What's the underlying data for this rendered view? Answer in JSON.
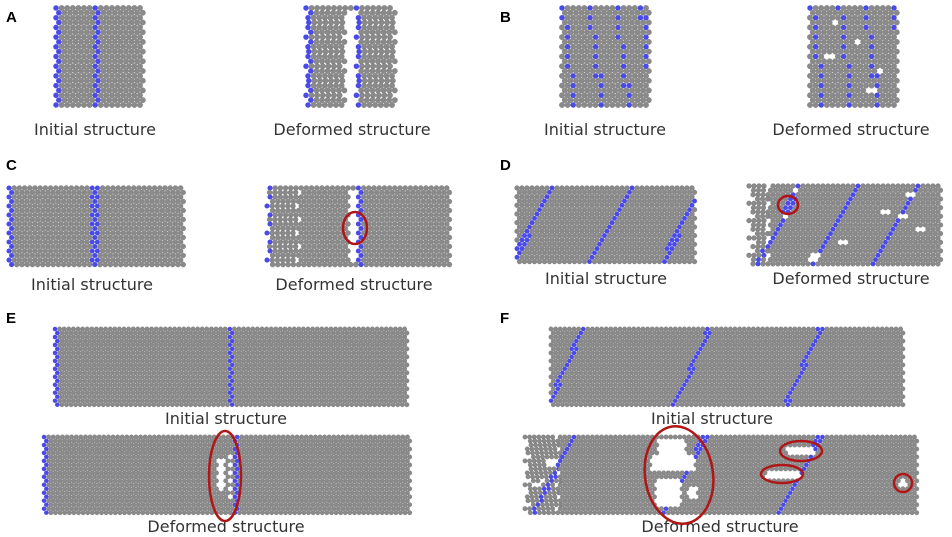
{
  "colors": {
    "atom": "#8a8a8a",
    "atom_edge": "#6e6e6e",
    "marked_atom": "#4a4ae8",
    "defect_marker": "#b01616"
  },
  "panels": [
    {
      "id": "A",
      "label": "A",
      "initial_caption": "Initial structure",
      "deformed_caption": "Deformed structure"
    },
    {
      "id": "B",
      "label": "B",
      "initial_caption": "Initial structure",
      "deformed_caption": "Deformed structure"
    },
    {
      "id": "C",
      "label": "C",
      "initial_caption": "Initial structure",
      "deformed_caption": "Deformed structure"
    },
    {
      "id": "D",
      "label": "D",
      "initial_caption": "Initial structure",
      "deformed_caption": "Deformed structure"
    },
    {
      "id": "E",
      "label": "E",
      "initial_caption": "Initial structure",
      "deformed_caption": "Deformed structure"
    },
    {
      "id": "F",
      "label": "F",
      "initial_caption": "Initial structure",
      "deformed_caption": "Deformed structure"
    }
  ]
}
